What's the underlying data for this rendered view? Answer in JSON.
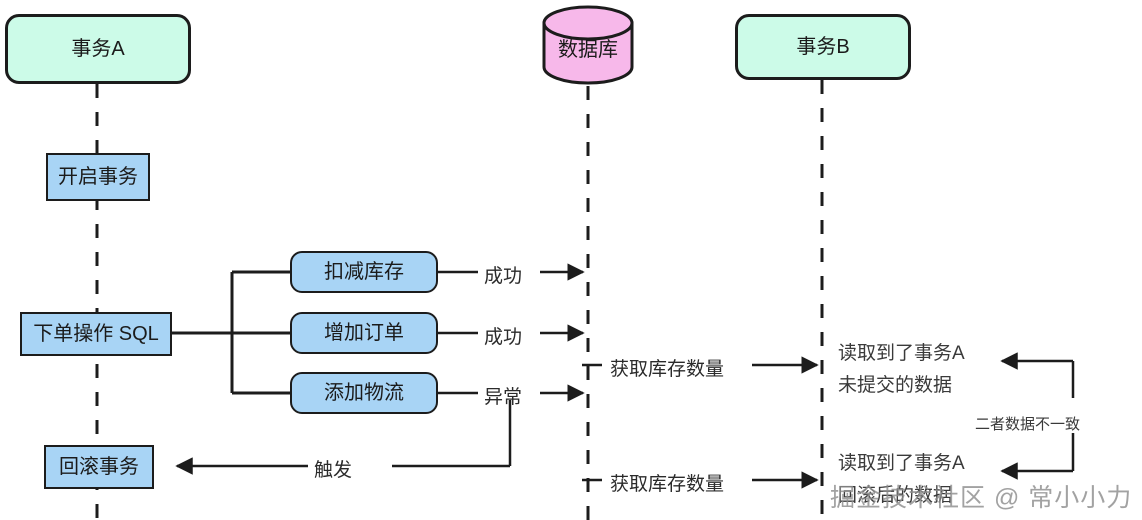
{
  "diagram": {
    "type": "sequence-diagram",
    "title": "",
    "background": "#ffffff",
    "colors": {
      "actor_fill": "#ccfbe8",
      "process_fill": "#a8d4f5",
      "database_fill": "#f7b8ea",
      "stroke": "#1c1c1c",
      "text": "#1b1b1b",
      "watermark": "#8e8e8e"
    }
  },
  "lifelines": [
    {
      "id": "txA",
      "label": "事务A",
      "shape": "rounded-rect",
      "fill": "#ccfbe8"
    },
    {
      "id": "db",
      "label": "数据库",
      "shape": "cylinder",
      "fill": "#f7b8ea"
    },
    {
      "id": "txB",
      "label": "事务B",
      "shape": "rounded-rect",
      "fill": "#ccfbe8"
    }
  ],
  "nodes": {
    "begin_tx": {
      "label": "开启事务",
      "shape": "rect",
      "fill": "#a8d4f5"
    },
    "order_sql": {
      "label": "下单操作 SQL",
      "shape": "rect",
      "fill": "#a8d4f5"
    },
    "deduct_stock": {
      "label": "扣减库存",
      "shape": "octagon",
      "fill": "#a8d4f5"
    },
    "add_order": {
      "label": "增加订单",
      "shape": "octagon",
      "fill": "#a8d4f5"
    },
    "add_logistics": {
      "label": "添加物流",
      "shape": "octagon",
      "fill": "#a8d4f5"
    },
    "rollback_tx": {
      "label": "回滚事务",
      "shape": "rect",
      "fill": "#a8d4f5"
    }
  },
  "edge_labels": {
    "deduct_result": "成功",
    "order_result": "成功",
    "logistics_result": "异常",
    "trigger": "触发",
    "read_stock_1": "获取库存数量",
    "read_stock_2": "获取库存数量"
  },
  "notes": [
    {
      "id": "note_uncommitted",
      "line1": "读取到了事务A",
      "line2": "未提交的数据"
    },
    {
      "id": "note_rolledback",
      "line1": "读取到了事务A",
      "line2": "回滚后的数据"
    }
  ],
  "annotations": {
    "inconsistent": "二者数据不一致"
  },
  "watermark": {
    "text": "掘金技术社区 @ 常小小力"
  }
}
